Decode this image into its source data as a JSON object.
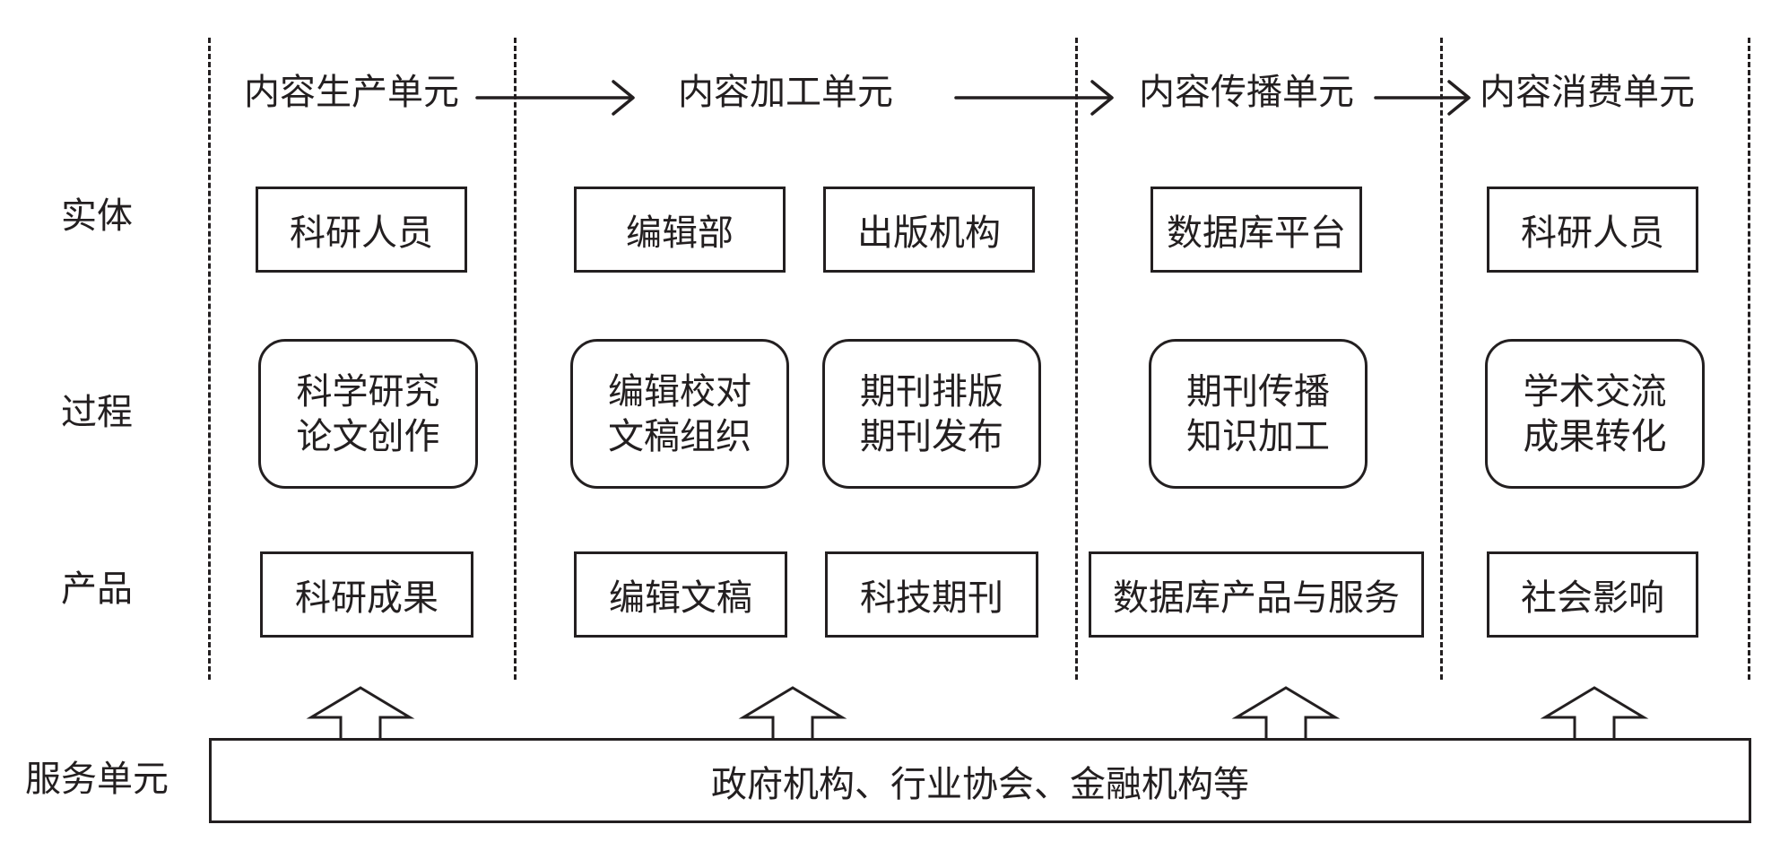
{
  "units": {
    "production": "内容生产单元",
    "processing": "内容加工单元",
    "dissemination": "内容传播单元",
    "consumption": "内容消费单元"
  },
  "rows": {
    "entity": "实体",
    "process": "过程",
    "product": "产品",
    "service": "服务单元"
  },
  "entities": {
    "researchers_a": "科研人员",
    "editorial_dept": "编辑部",
    "publisher": "出版机构",
    "database_platform": "数据库平台",
    "researchers_b": "科研人员"
  },
  "processes": {
    "research": [
      "科学研究",
      "论文创作"
    ],
    "editing": [
      "编辑校对",
      "文稿组织"
    ],
    "typesetting": [
      "期刊排版",
      "期刊发布"
    ],
    "dissemination": [
      "期刊传播",
      "知识加工"
    ],
    "exchange": [
      "学术交流",
      "成果转化"
    ]
  },
  "products": {
    "research_results": "科研成果",
    "edited_manuscript": "编辑文稿",
    "sci_tech_journal": "科技期刊",
    "database_products": "数据库产品与服务",
    "social_impact": "社会影响"
  },
  "service": {
    "text": "政府机构、行业协会、金融机构等"
  }
}
